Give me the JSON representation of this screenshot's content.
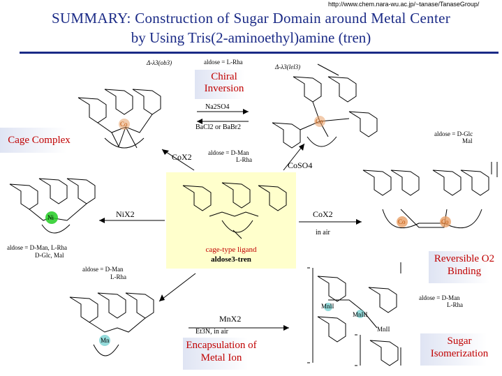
{
  "url": "http://www.chem.nara-wu.ac.jp/~tanase/TanaseGroup/",
  "title_line1": "SUMMARY: Construction of Sugar Domain around Metal Center",
  "title_line2": "by Using Tris(2-aminoethyl)amine (tren)",
  "boxes": {
    "chiral": "Chiral Inversion",
    "cage": "Cage Complex",
    "reversible": "Reversible O2 Binding",
    "encapsulation": "Encapsulation of Metal Ion",
    "sugar": "Sugar Isomerization"
  },
  "center": {
    "label_red": "cage-type ligand",
    "label_black": "aldose3-tren"
  },
  "reagents": {
    "top_upper": "Na2SO4",
    "top_lower": "BaCl2 or BaBr2",
    "cox2_left": "CoX2",
    "coso4": "CoSO4",
    "nix2": "NiX2",
    "cox2_right": "CoX2",
    "in_air": "in air",
    "mnx2": "MnX2",
    "et3n": "Et3N, in air"
  },
  "aldose_labels": {
    "top": "aldose = L-Rha",
    "mid_line1": "aldose = D-Man",
    "mid_line2": "L-Rha",
    "left_line1": "aldose = D-Man, L-Rha",
    "left_line2": "D-Glc, Mal",
    "lowerleft_line1": "aldose = D-Man",
    "lowerleft_line2": "L-Rha",
    "right_line1": "aldose = D-Glc",
    "right_line2": "Mal",
    "lowerright_line1": "aldose = D-Man",
    "lowerright_line2": "L-Rha"
  },
  "stereo": {
    "left": "Δ-λ3(ob3)",
    "right": "Δ-λ3(lel3)"
  },
  "metals": {
    "co": "Co",
    "ni": "Ni",
    "mn": "Mn",
    "mn2": "MnII",
    "mn3": "MnIII"
  },
  "colors": {
    "title": "#1a2a86",
    "box_text": "#c00000",
    "center_bg": "#ffffcc",
    "co": "#e8a068",
    "ni": "#22cc22",
    "mn": "#66cccc"
  }
}
